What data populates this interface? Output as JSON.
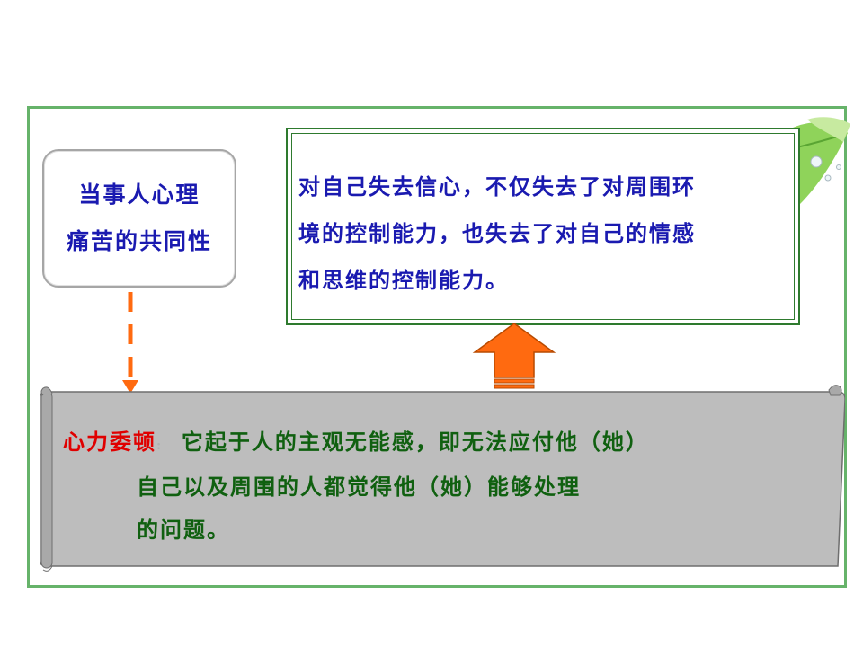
{
  "left_box": {
    "line1": "当事人心理",
    "line2": "痛苦的共同性"
  },
  "definition_box": {
    "line1": "对自己失去信心，不仅失去了对周围环",
    "line2": "境的控制能力，也失去了对自己的情感",
    "line3": "和思维的控制能力。"
  },
  "scroll": {
    "term": "心力委顿",
    "colon": ":",
    "line1": "它起于人的主观无能感，即无法应付他（她）",
    "line2": "自己以及周围的人都觉得他（她）能够处理",
    "line3": "的问题。"
  },
  "colors": {
    "frame_green": "#66b36a",
    "text_blue": "#1a1ab0",
    "text_green": "#106010",
    "term_red": "#e00000",
    "arrow_orange": "#ff6a10",
    "scroll_gray": "#bdbdbd"
  }
}
